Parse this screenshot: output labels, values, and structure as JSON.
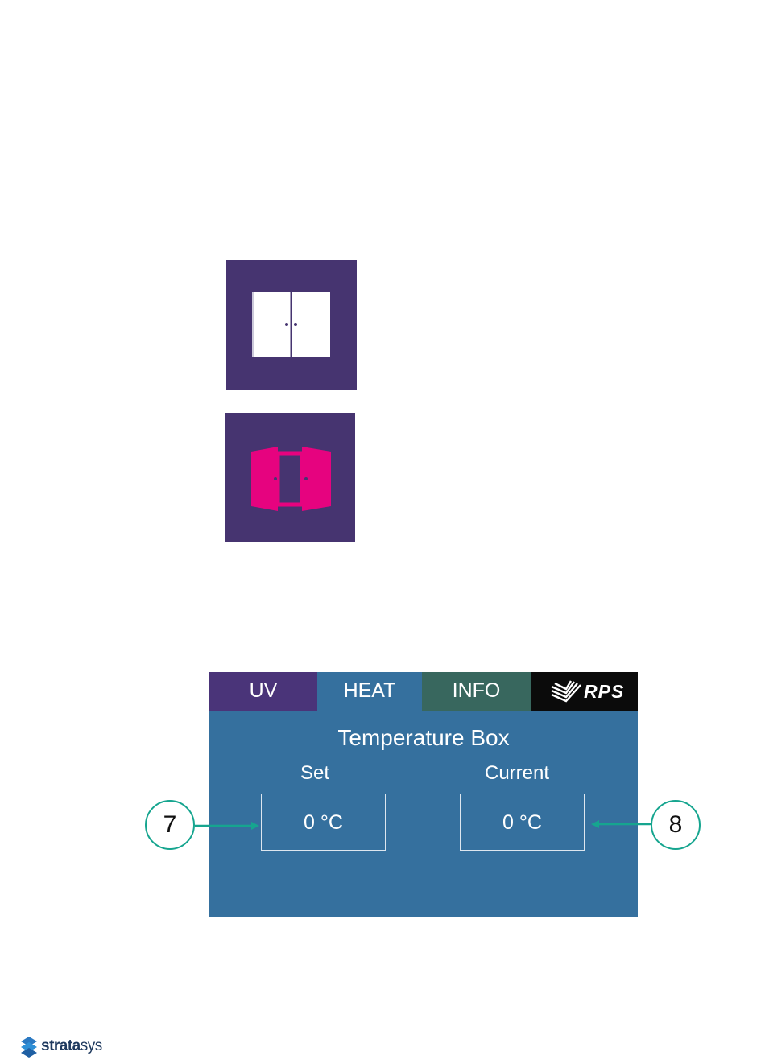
{
  "screen": {
    "tabs": [
      {
        "label": "UV"
      },
      {
        "label": "HEAT"
      },
      {
        "label": "INFO"
      }
    ],
    "logo_text": "RPS",
    "title": "Temperature Box",
    "set": {
      "label": "Set",
      "value": "0 °C"
    },
    "current": {
      "label": "Current",
      "value": "0 °C"
    }
  },
  "callouts": {
    "set": "7",
    "current": "8"
  },
  "footer": {
    "brand_bold": "strata",
    "brand_light": "sys"
  },
  "colors": {
    "door_tile": "#463470",
    "door_open": "#e6037f",
    "screen_bg": "#35709e",
    "tab_uv": "#4a3479",
    "tab_info": "#38675e",
    "callout": "#16a58f"
  }
}
